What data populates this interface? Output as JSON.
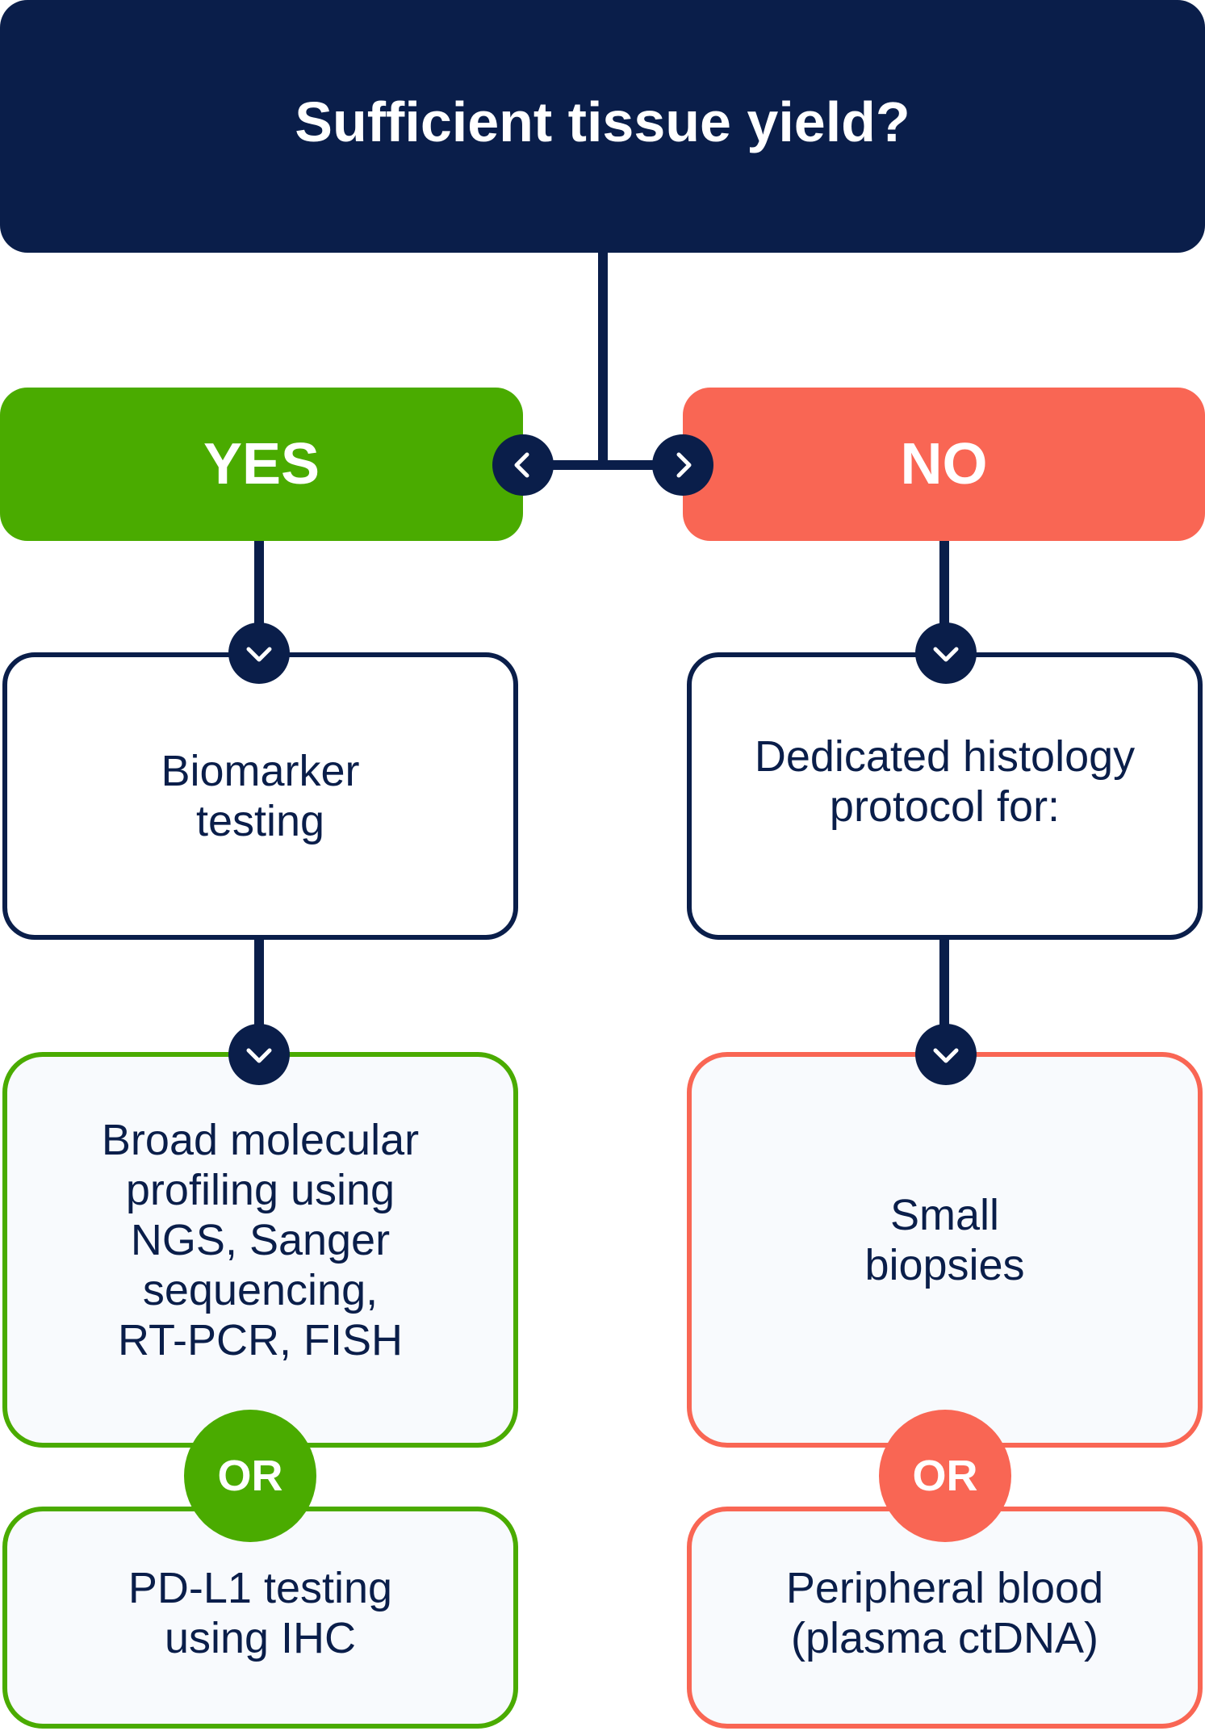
{
  "title": "Sufficient tissue yield?",
  "yes_label": "YES",
  "no_label": "NO",
  "yes_branch": {
    "step": "Biomarker\ntesting",
    "option_a": "Broad molecular\nprofiling using\nNGS, Sanger\nsequencing,\nRT-PCR, FISH",
    "or_label": "OR",
    "option_b": "PD-L1 testing\nusing IHC"
  },
  "no_branch": {
    "step": "Dedicated histology\nprotocol for:",
    "option_a": "Small\nbiopsies",
    "or_label": "OR",
    "option_b": "Peripheral blood\n(plasma ctDNA)"
  },
  "colors": {
    "navy": "#0a1e4a",
    "green": "#4aab00",
    "coral": "#f96654",
    "panel": "#f8fafd"
  }
}
